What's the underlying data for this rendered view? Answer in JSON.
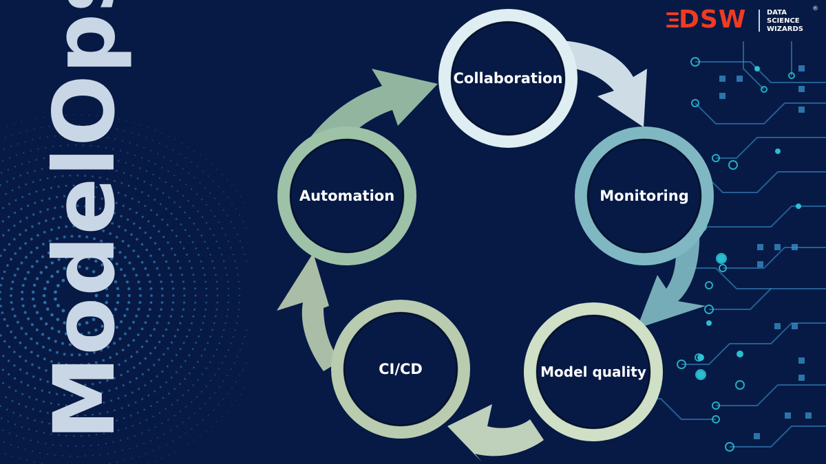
{
  "title": "ModelOps",
  "nodes": [
    {
      "id": "collaboration",
      "label": "Collaboration"
    },
    {
      "id": "monitoring",
      "label": "Monitoring"
    },
    {
      "id": "model-quality",
      "label": "Model quality"
    },
    {
      "id": "cicd",
      "label": "CI/CD"
    },
    {
      "id": "automation",
      "label": "Automation"
    }
  ],
  "logo": {
    "mark": "DSW",
    "line1": "DATA",
    "line2": "SCIENCE",
    "line3": "WIZARDS",
    "registered": "®"
  },
  "colors": {
    "background": "#071a45",
    "title": "#c9d6e6",
    "logo_red": "#ef3b24",
    "circuit": "#3a9bd5",
    "circuit_accent": "#2ed0e0",
    "ring_collaboration": "#dfeef3",
    "ring_monitoring": "#7fb8c2",
    "ring_model_quality": "#cfe0c6",
    "ring_cicd": "#b9ccb0",
    "ring_automation": "#9ec2a8"
  }
}
